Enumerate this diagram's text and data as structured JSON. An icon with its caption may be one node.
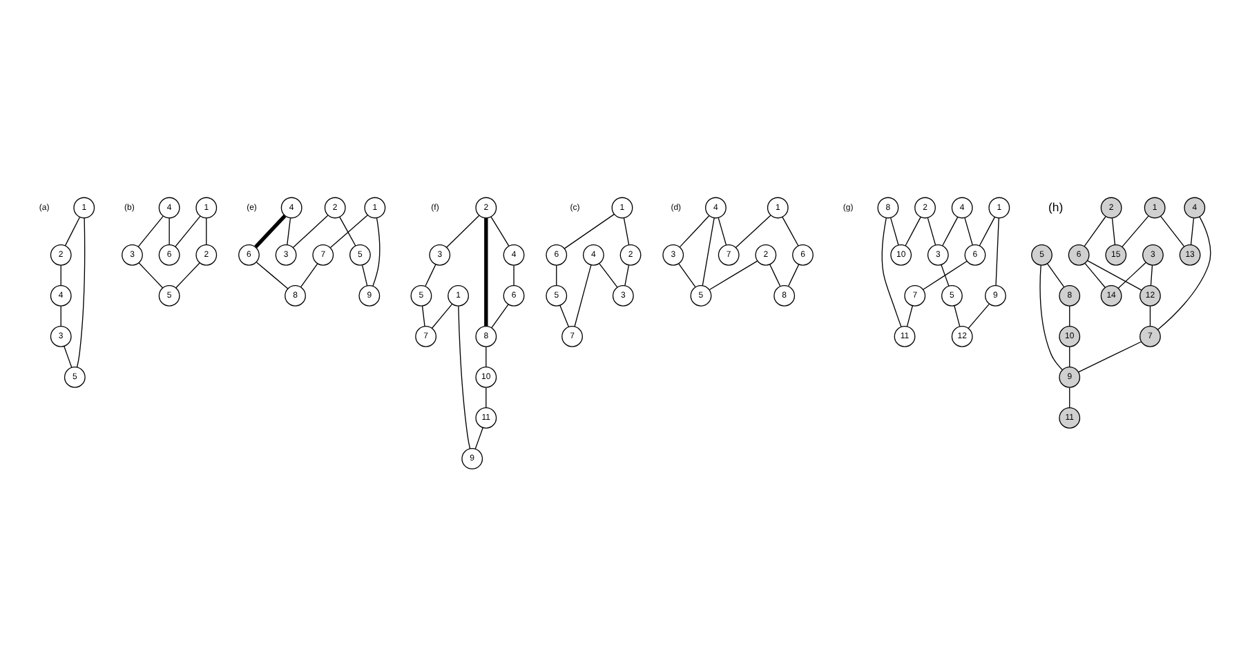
{
  "diagram": {
    "nodes": [
      {
        "text": [
          "1"
        ]
      },
      {
        "text": [
          "2"
        ]
      },
      {
        "text": [
          "3"
        ]
      },
      {
        "text": [
          "4"
        ]
      },
      {
        "text": [
          "5"
        ]
      },
      {
        "text": [
          "1"
        ]
      },
      {
        "text": [
          "2"
        ]
      },
      {
        "text": [
          "3"
        ]
      },
      {
        "text": [
          "4"
        ]
      },
      {
        "text": [
          "5"
        ]
      },
      {
        "text": [
          "6"
        ]
      },
      {
        "text": [
          "1"
        ]
      },
      {
        "text": [
          "2"
        ]
      },
      {
        "text": [
          "3"
        ]
      },
      {
        "text": [
          "4"
        ]
      },
      {
        "text": [
          "5"
        ]
      },
      {
        "text": [
          "6"
        ]
      },
      {
        "text": [
          "7"
        ]
      },
      {
        "text": [
          "8"
        ]
      },
      {
        "text": [
          "9"
        ]
      },
      {
        "text": [
          "1"
        ]
      },
      {
        "text": [
          "2"
        ]
      },
      {
        "text": [
          "3"
        ]
      },
      {
        "text": [
          "4"
        ]
      },
      {
        "text": [
          "5"
        ]
      },
      {
        "text": [
          "6"
        ]
      },
      {
        "text": [
          "7"
        ]
      },
      {
        "text": [
          "8"
        ]
      },
      {
        "text": [
          "9"
        ]
      },
      {
        "text": [
          "10"
        ]
      },
      {
        "text": [
          "11"
        ]
      },
      {
        "text": [
          "1"
        ]
      },
      {
        "text": [
          "2"
        ]
      },
      {
        "text": [
          "3"
        ]
      },
      {
        "text": [
          "4"
        ]
      },
      {
        "text": [
          "5"
        ]
      },
      {
        "text": [
          "6"
        ]
      },
      {
        "text": [
          "7"
        ]
      },
      {
        "text": [
          "1"
        ]
      },
      {
        "text": [
          "2"
        ]
      },
      {
        "text": [
          "3"
        ]
      },
      {
        "text": [
          "4"
        ]
      },
      {
        "text": [
          "5"
        ]
      },
      {
        "text": [
          "6"
        ]
      },
      {
        "text": [
          "7"
        ]
      },
      {
        "text": [
          "8"
        ]
      },
      {
        "text": [
          "1"
        ]
      },
      {
        "text": [
          "2"
        ]
      },
      {
        "text": [
          "3"
        ]
      },
      {
        "text": [
          "4"
        ]
      },
      {
        "text": [
          "5"
        ]
      },
      {
        "text": [
          "6"
        ]
      },
      {
        "text": [
          "7"
        ]
      },
      {
        "text": [
          "8"
        ]
      },
      {
        "text": [
          "9"
        ]
      },
      {
        "text": [
          "10"
        ]
      },
      {
        "text": [
          "11"
        ]
      },
      {
        "text": [
          "12"
        ]
      },
      {
        "text": [
          "1"
        ]
      },
      {
        "text": [
          "2"
        ]
      },
      {
        "text": [
          "3"
        ]
      },
      {
        "text": [
          "4"
        ]
      },
      {
        "text": [
          "5"
        ]
      },
      {
        "text": [
          "6"
        ]
      },
      {
        "text": [
          "7"
        ]
      },
      {
        "text": [
          "8"
        ]
      },
      {
        "text": [
          "9"
        ]
      },
      {
        "text": [
          "10"
        ]
      },
      {
        "text": [
          "11"
        ]
      },
      {
        "text": [
          "12"
        ]
      },
      {
        "text": [
          "13"
        ]
      },
      {
        "text": [
          "14"
        ]
      },
      {
        "text": [
          "15"
        ]
      }
    ],
    "edges": [
      {
        "from": 0,
        "to": 1,
        "arrow": "none"
      },
      {
        "from": 1,
        "to": 3,
        "arrow": "none"
      },
      {
        "from": 3,
        "to": 2,
        "arrow": "none"
      },
      {
        "from": 0,
        "to": 4,
        "arrow": "none"
      },
      {
        "from": 2,
        "to": 4,
        "arrow": "none"
      },
      {
        "from": 5,
        "to": 6,
        "arrow": "none"
      },
      {
        "from": 6,
        "to": 9,
        "arrow": "none"
      },
      {
        "from": 8,
        "to": 10,
        "arrow": "none"
      },
      {
        "from": 8,
        "to": 7,
        "arrow": "none"
      },
      {
        "from": 5,
        "to": 10,
        "arrow": "none"
      },
      {
        "from": 7,
        "to": 9,
        "arrow": "none"
      },
      {
        "from": 11,
        "to": 19,
        "arrow": "none"
      },
      {
        "from": 11,
        "to": 17,
        "arrow": "none"
      },
      {
        "from": 12,
        "to": 13,
        "arrow": "none"
      },
      {
        "from": 12,
        "to": 15,
        "arrow": "none"
      },
      {
        "from": 14,
        "to": 13,
        "arrow": "none"
      },
      {
        "from": 14,
        "to": 16,
        "arrow": "none",
        "style": "thick"
      },
      {
        "from": 16,
        "to": 18,
        "arrow": "none"
      },
      {
        "from": 15,
        "to": 19,
        "arrow": "none"
      },
      {
        "from": 17,
        "to": 18,
        "arrow": "none"
      },
      {
        "from": 21,
        "to": 27,
        "arrow": "none",
        "style": "thick"
      },
      {
        "from": 21,
        "to": 23,
        "arrow": "none"
      },
      {
        "from": 23,
        "to": 25,
        "arrow": "none"
      },
      {
        "from": 25,
        "to": 27,
        "arrow": "none"
      },
      {
        "from": 27,
        "to": 29,
        "arrow": "none"
      },
      {
        "from": 29,
        "to": 30,
        "arrow": "none"
      },
      {
        "from": 30,
        "to": 28,
        "arrow": "none"
      },
      {
        "from": 20,
        "to": 28,
        "arrow": "none"
      },
      {
        "from": 20,
        "to": 26,
        "arrow": "none"
      },
      {
        "from": 21,
        "to": 22,
        "arrow": "none"
      },
      {
        "from": 22,
        "to": 24,
        "arrow": "none"
      },
      {
        "from": 24,
        "to": 26,
        "arrow": "none"
      },
      {
        "from": 31,
        "to": 32,
        "arrow": "none"
      },
      {
        "from": 32,
        "to": 33,
        "arrow": "none"
      },
      {
        "from": 31,
        "to": 36,
        "arrow": "none"
      },
      {
        "from": 34,
        "to": 33,
        "arrow": "none"
      },
      {
        "from": 34,
        "to": 37,
        "arrow": "none"
      },
      {
        "from": 36,
        "to": 35,
        "arrow": "none"
      },
      {
        "from": 35,
        "to": 37,
        "arrow": "none"
      },
      {
        "from": 38,
        "to": 43,
        "arrow": "none"
      },
      {
        "from": 38,
        "to": 44,
        "arrow": "none"
      },
      {
        "from": 39,
        "to": 45,
        "arrow": "none"
      },
      {
        "from": 39,
        "to": 42,
        "arrow": "none"
      },
      {
        "from": 41,
        "to": 40,
        "arrow": "none"
      },
      {
        "from": 41,
        "to": 42,
        "arrow": "none"
      },
      {
        "from": 41,
        "to": 44,
        "arrow": "none"
      },
      {
        "from": 43,
        "to": 45,
        "arrow": "none"
      },
      {
        "from": 40,
        "to": 42,
        "arrow": "none"
      },
      {
        "from": 49,
        "to": 51,
        "arrow": "none"
      },
      {
        "from": 53,
        "to": 55,
        "arrow": "none"
      },
      {
        "from": 47,
        "to": 55,
        "arrow": "none"
      },
      {
        "from": 47,
        "to": 48,
        "arrow": "none"
      },
      {
        "from": 49,
        "to": 48,
        "arrow": "none"
      },
      {
        "from": 46,
        "to": 51,
        "arrow": "none"
      },
      {
        "from": 46,
        "to": 54,
        "arrow": "none"
      },
      {
        "from": 51,
        "to": 52,
        "arrow": "none"
      },
      {
        "from": 48,
        "to": 50,
        "arrow": "none"
      },
      {
        "from": 53,
        "to": 56,
        "arrow": "none"
      },
      {
        "from": 50,
        "to": 57,
        "arrow": "none"
      },
      {
        "from": 54,
        "to": 57,
        "arrow": "none"
      },
      {
        "from": 52,
        "to": 56,
        "arrow": "none"
      },
      {
        "from": 62,
        "to": 65,
        "arrow": "none"
      },
      {
        "from": 65,
        "to": 67,
        "arrow": "none"
      },
      {
        "from": 62,
        "to": 66,
        "arrow": "none"
      },
      {
        "from": 61,
        "to": 64,
        "arrow": "none"
      },
      {
        "from": 61,
        "to": 70,
        "arrow": "none"
      },
      {
        "from": 59,
        "to": 63,
        "arrow": "none"
      },
      {
        "from": 59,
        "to": 72,
        "arrow": "none"
      },
      {
        "from": 58,
        "to": 70,
        "arrow": "none"
      },
      {
        "from": 58,
        "to": 72,
        "arrow": "none"
      },
      {
        "from": 60,
        "to": 71,
        "arrow": "none"
      },
      {
        "from": 60,
        "to": 69,
        "arrow": "none"
      },
      {
        "from": 63,
        "to": 69,
        "arrow": "none"
      },
      {
        "from": 63,
        "to": 71,
        "arrow": "none"
      },
      {
        "from": 64,
        "to": 66,
        "arrow": "none"
      },
      {
        "from": 66,
        "to": 68,
        "arrow": "none"
      },
      {
        "from": 67,
        "to": 66,
        "arrow": "none"
      },
      {
        "from": 69,
        "to": 64,
        "arrow": "none"
      }
    ],
    "labels": [
      "(a)",
      "(b)",
      "(e)",
      "(f)",
      "(c)",
      "(d)",
      "(g)",
      "(h)"
    ]
  }
}
